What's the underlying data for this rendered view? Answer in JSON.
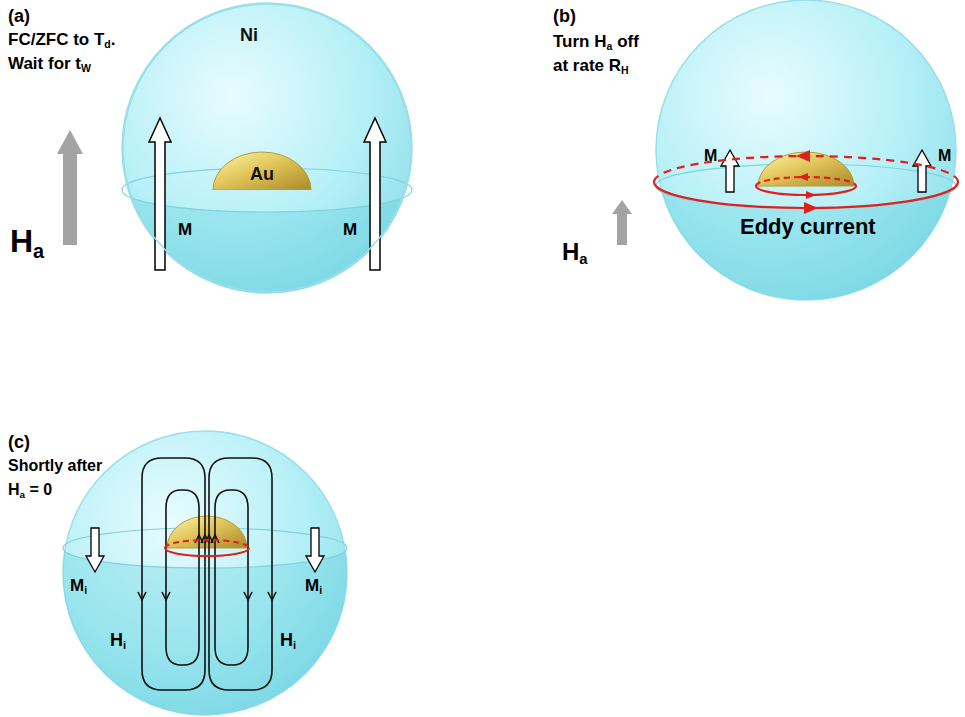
{
  "diagram": {
    "nodes": [
      {
        "text": [
          "Ni"
        ]
      },
      {
        "text": [
          "Au"
        ],
        "in": 0
      }
    ],
    "labels": [
      "(a)",
      "FC/ZFC to T",
      "d",
      ".",
      "Wait for t",
      "W",
      "H",
      "a",
      "M",
      "M",
      "(b)",
      "Turn H",
      "a",
      "off",
      "at rate R",
      "H",
      "H",
      "a",
      "M",
      "M",
      "Eddy current",
      "(c)",
      "Shortly after",
      "H",
      "a",
      "= 0",
      "M",
      "i",
      "M",
      "i",
      "H",
      "i",
      "H",
      "i"
    ]
  }
}
